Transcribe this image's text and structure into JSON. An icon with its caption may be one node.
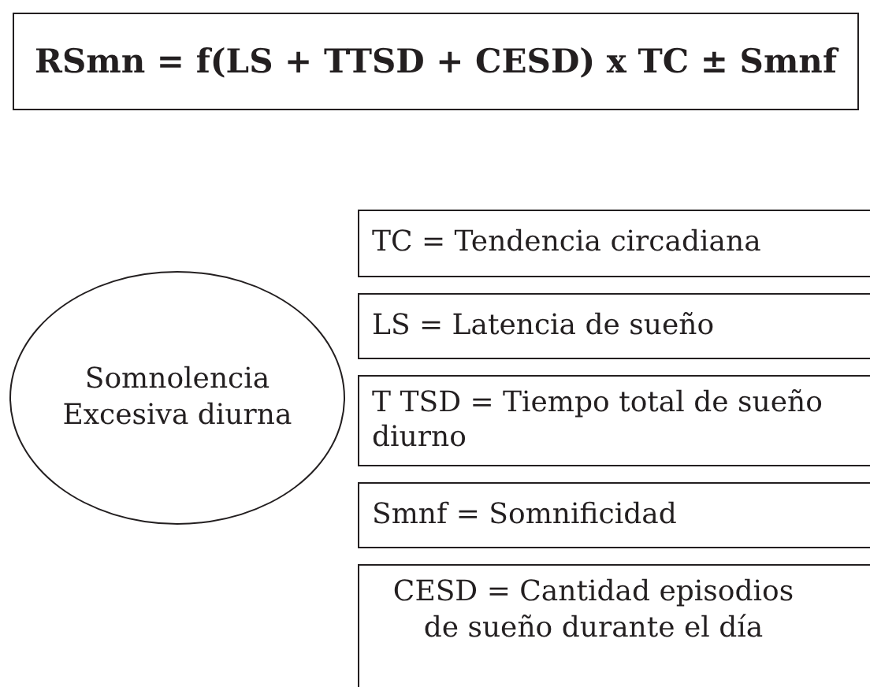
{
  "diagram": {
    "nodes": [
      {
        "text": [
          "RSmn = f(LS + TTSD + CESD) x TC ± Smnf"
        ]
      },
      {
        "text": [
          "Somnolencia Excesiva diurna"
        ]
      },
      {
        "text": [
          "TC = Tendencia circadiana"
        ]
      },
      {
        "text": [
          "LS = Latencia de sueño"
        ]
      },
      {
        "text": [
          "T TSD = Tiempo total de sueño diurno"
        ]
      },
      {
        "text": [
          "Smnf = Somnificidad"
        ]
      },
      {
        "text": [
          "CESD = Cantidad episodios de sueño durante el día"
        ]
      }
    ],
    "edges": []
  }
}
